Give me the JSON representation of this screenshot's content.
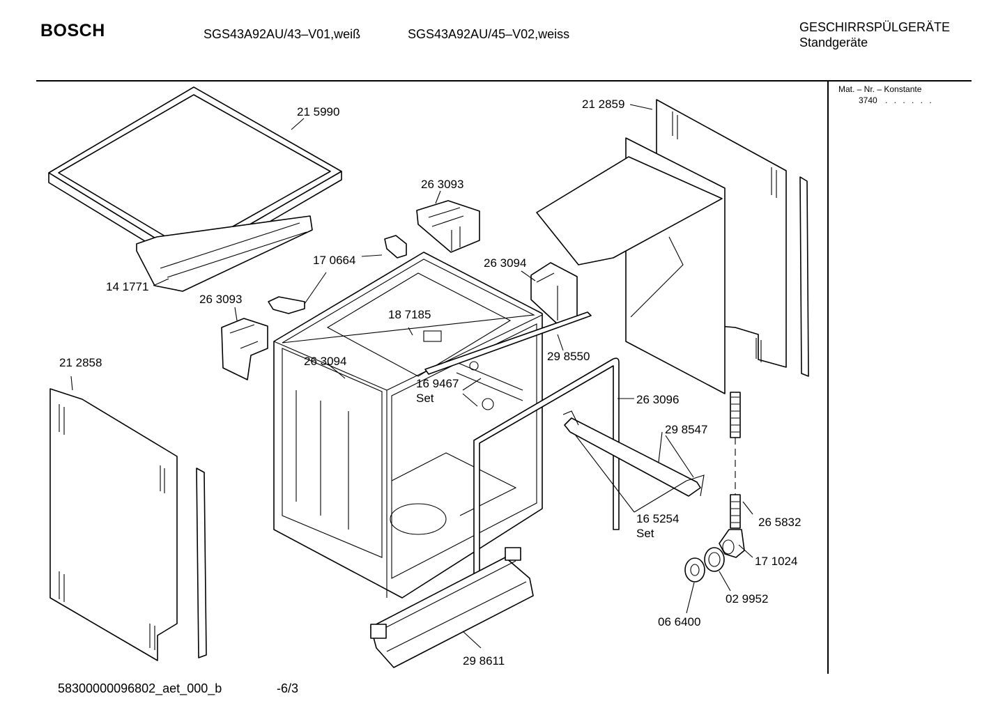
{
  "header": {
    "brand": "BOSCH",
    "model_1": "SGS43A92AU/43–V01,weiß",
    "model_2": "SGS43A92AU/45–V02,weiss",
    "category": "GESCHIRRSPÜLGERÄTE",
    "subcategory": "Standgeräte"
  },
  "side_panel": {
    "heading": "Mat. – Nr. – Konstante",
    "value": "3740",
    "dots": ". . . . . ."
  },
  "parts": [
    {
      "id": "lbl-215990",
      "text": "21 5990"
    },
    {
      "id": "lbl-141771",
      "text": "14 1771"
    },
    {
      "id": "lbl-263093a",
      "text": "26 3093"
    },
    {
      "id": "lbl-170664",
      "text": "17 0664"
    },
    {
      "id": "lbl-263093b",
      "text": "26 3093"
    },
    {
      "id": "lbl-263094a",
      "text": "26 3094"
    },
    {
      "id": "lbl-187185",
      "text": "18 7185"
    },
    {
      "id": "lbl-263094b",
      "text": "26 3094"
    },
    {
      "id": "lbl-212858",
      "text": "21 2858"
    },
    {
      "id": "lbl-169467",
      "text": "16 9467"
    },
    {
      "id": "lbl-169467set",
      "text": "Set"
    },
    {
      "id": "lbl-298550",
      "text": "29 8550"
    },
    {
      "id": "lbl-212859",
      "text": "21 2859"
    },
    {
      "id": "lbl-263096",
      "text": "26 3096"
    },
    {
      "id": "lbl-298547",
      "text": "29 8547"
    },
    {
      "id": "lbl-165254",
      "text": "16 5254"
    },
    {
      "id": "lbl-165254set",
      "text": "Set"
    },
    {
      "id": "lbl-265832",
      "text": "26 5832"
    },
    {
      "id": "lbl-171024",
      "text": "17 1024"
    },
    {
      "id": "lbl-029952",
      "text": "02 9952"
    },
    {
      "id": "lbl-066400",
      "text": "06 6400"
    },
    {
      "id": "lbl-298611",
      "text": "29 8611"
    }
  ],
  "footer": {
    "doc_id": "58300000096802_aet_000_b",
    "page": "-6/3"
  }
}
